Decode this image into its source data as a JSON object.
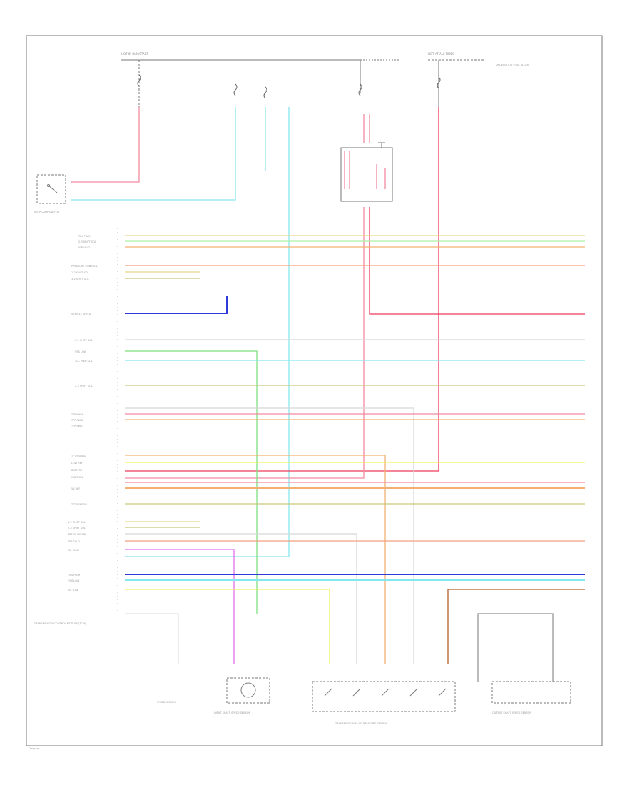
{
  "diagram": {
    "code": "Diagram",
    "top_labels": [
      "HOT IN RUN/START",
      "HOT AT ALL TIMES",
      "UNDERHOOD FUSE BLOCK"
    ],
    "left_block_label": "TRANSMISSION CONTROL MODULE (TCM)",
    "bottom_components": [
      "SPEED SENSOR",
      "INPUT SHAFT SPEED SENSOR",
      "TRANSMISSION FLUID PRESSURE SWITCH",
      "OUTPUT SHAFT SPEED SENSOR"
    ]
  },
  "colors": {
    "line": "#555555",
    "pink": "#f08ba0",
    "cyan": "#86e8ef",
    "tan": "#e8d58c",
    "lightgreen": "#aef0a8",
    "orange": "#f4b070",
    "olive": "#c8c87a",
    "blue": "#2f3ad8",
    "red": "#ef3a5a",
    "yellow": "#f2f060",
    "magenta": "#e070ec",
    "green": "#7ee07e",
    "brown": "#b06030",
    "gray": "#b8b8b8",
    "salmon": "#f4a080"
  }
}
